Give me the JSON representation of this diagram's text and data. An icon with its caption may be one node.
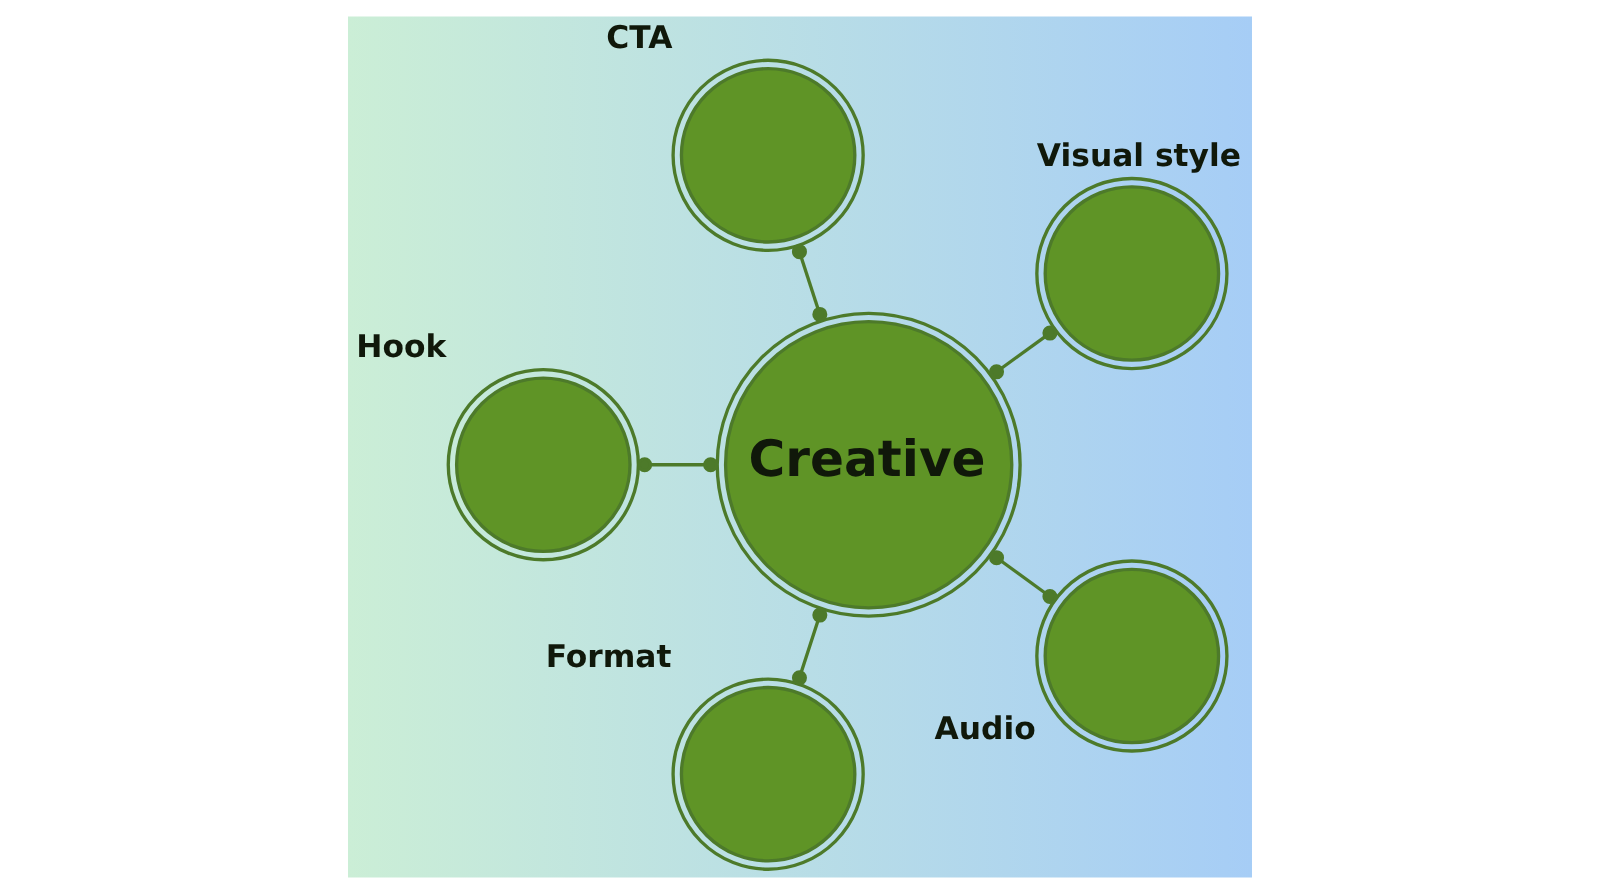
{
  "diagram": {
    "nodes": [
      {
        "text": [
          "Hook"
        ]
      },
      {
        "text": [
          "CTA"
        ]
      },
      {
        "text": [
          "Creative"
        ]
      },
      {
        "text": [
          "Visual style"
        ]
      },
      {
        "text": [
          "Format"
        ]
      },
      {
        "text": [
          "Audio"
        ]
      }
    ],
    "edges": [
      {
        "from": 2,
        "to": 0,
        "arrow": "other"
      },
      {
        "from": 2,
        "to": 1,
        "arrow": "other"
      },
      {
        "from": 2,
        "to": 3,
        "arrow": "other"
      },
      {
        "from": 2,
        "to": 5,
        "arrow": "other"
      },
      {
        "from": 2,
        "to": 4,
        "arrow": "other"
      }
    ]
  }
}
